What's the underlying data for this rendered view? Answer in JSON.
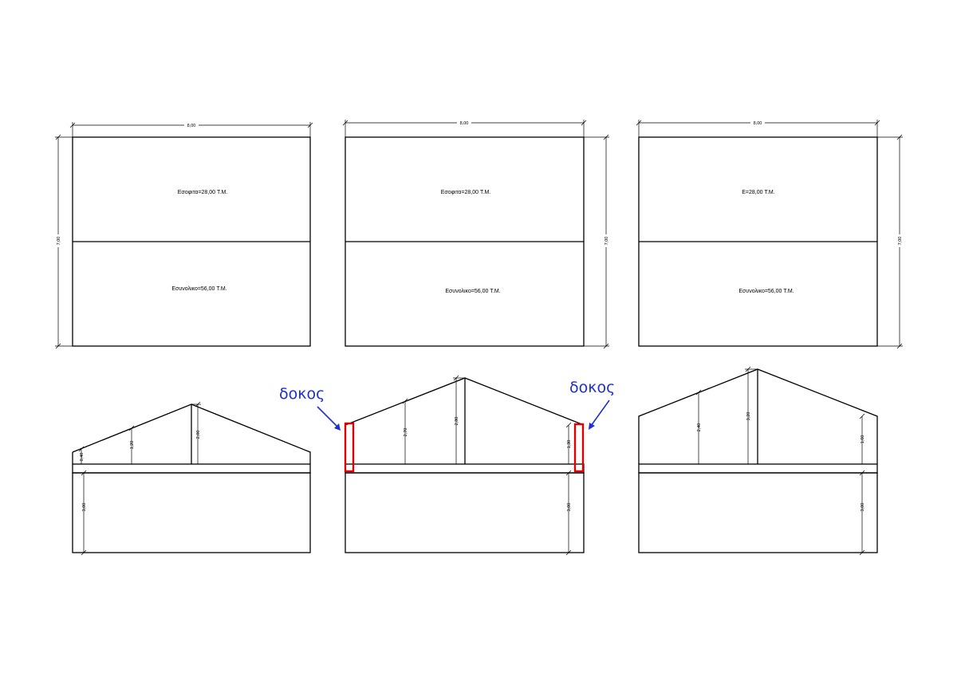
{
  "plans": [
    {
      "width_label": "8,00",
      "height_label": "7,00",
      "upper_area": "Εσοφιτα=28,00  T.M.",
      "lower_area": "Εσυνολικο=56,00  T.M."
    },
    {
      "width_label": "8,00",
      "height_label": "7,00",
      "upper_area": "Εσοφιτα=28,00  T.M.",
      "lower_area": "Εσυνολικο=56,00  T.M."
    },
    {
      "width_label": "8,00",
      "height_label": "7,00",
      "upper_area": "Ε=28,00  T.M.",
      "lower_area": "Εσυνολικο=56,00  T.M."
    }
  ],
  "sections": [
    {
      "wall_height": "3,00",
      "eave_height": "0,40",
      "mid_height": "1,20",
      "ridge_height": "2,00"
    },
    {
      "wall_height": "3,00",
      "eave_height": "1,30",
      "mid_height": "2,70",
      "ridge_height": "2,80"
    },
    {
      "wall_height": "3,00",
      "eave_height": "1,60",
      "mid_height": "2,40",
      "ridge_height": "3,20"
    }
  ],
  "callouts": {
    "left": "δοκος",
    "right": "δοκος"
  },
  "colors": {
    "line": "#000000",
    "beam": "#e00000",
    "callout": "#1f2fd0"
  }
}
